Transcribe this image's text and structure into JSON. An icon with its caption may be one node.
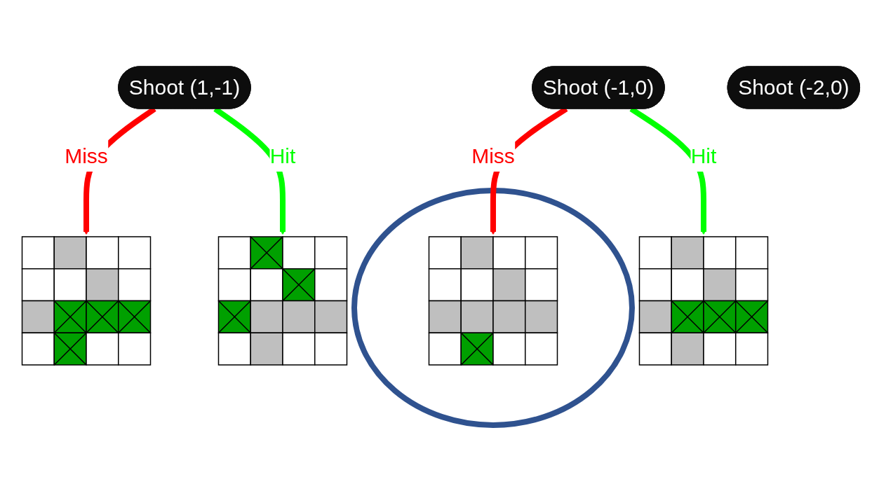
{
  "diagram": {
    "nodes": [
      {
        "text": [
          "Shoot (1,-1)"
        ]
      },
      {
        "text": [],
        "shape": "picture"
      },
      {
        "text": [
          "Shoot (-1,0)"
        ]
      },
      {
        "text": [],
        "shape": "circle"
      },
      {
        "text": [],
        "shape": "picture",
        "in": 3
      },
      {
        "text": [],
        "shape": "picture"
      },
      {
        "text": [],
        "shape": "picture"
      },
      {
        "text": [
          "Shoot (-2,0)"
        ]
      }
    ],
    "edges": [
      {
        "from": 0,
        "to": 1,
        "arrow": "to",
        "label": "Miss",
        "color": "#ff0000"
      },
      {
        "from": 0,
        "to": 5,
        "arrow": "to",
        "label": "Hit",
        "color": "#00ff00"
      },
      {
        "from": 2,
        "to": 4,
        "arrow": "to",
        "label": "Miss",
        "color": "#ff0000"
      },
      {
        "from": 2,
        "to": 6,
        "arrow": "to",
        "label": "Hit",
        "color": "#00ff00"
      }
    ]
  }
}
